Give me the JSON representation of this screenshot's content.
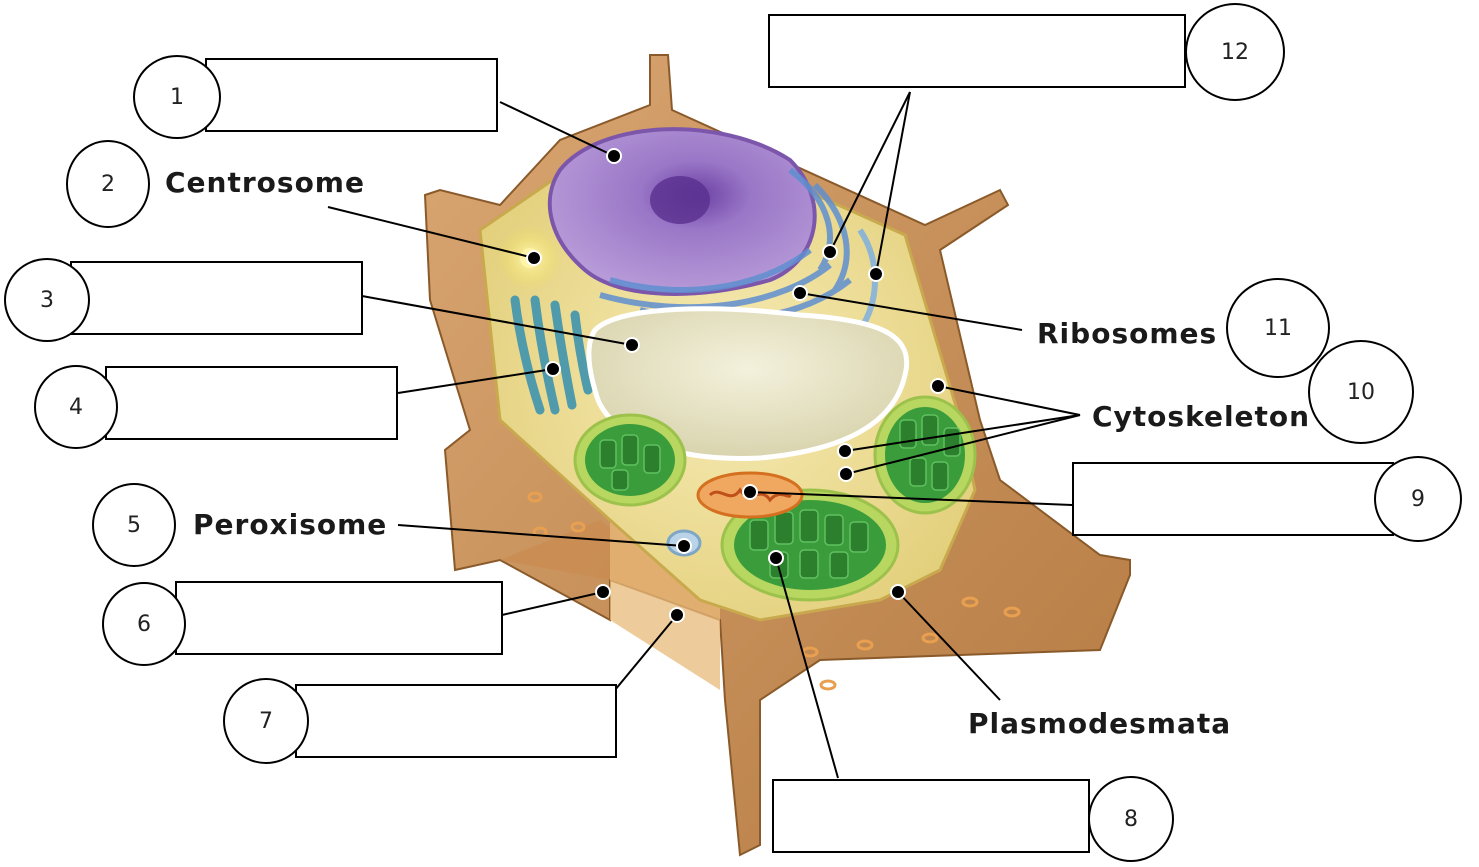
{
  "numbers": [
    "1",
    "2",
    "3",
    "4",
    "5",
    "6",
    "7",
    "8",
    "9",
    "10",
    "11",
    "12"
  ],
  "labels": {
    "centrosome": "Centrosome",
    "ribosomes": "Ribosomes",
    "cytoskeleton": "Cytoskeleton",
    "peroxisome": "Peroxisome",
    "plasmodesmata": "Plasmodesmata"
  },
  "colors": {
    "cell_wall": "#c8915a",
    "cytoplasm": "#f1e2a0",
    "nucleus": "#9b7bc4",
    "er": "#6f9fd3",
    "golgi": "#5aa5b5",
    "vacuole": "#e9e6c8",
    "chloroplast": "#2e9a3a",
    "mitochondrion": "#e87a30",
    "centrosome": "#f4e04a"
  }
}
